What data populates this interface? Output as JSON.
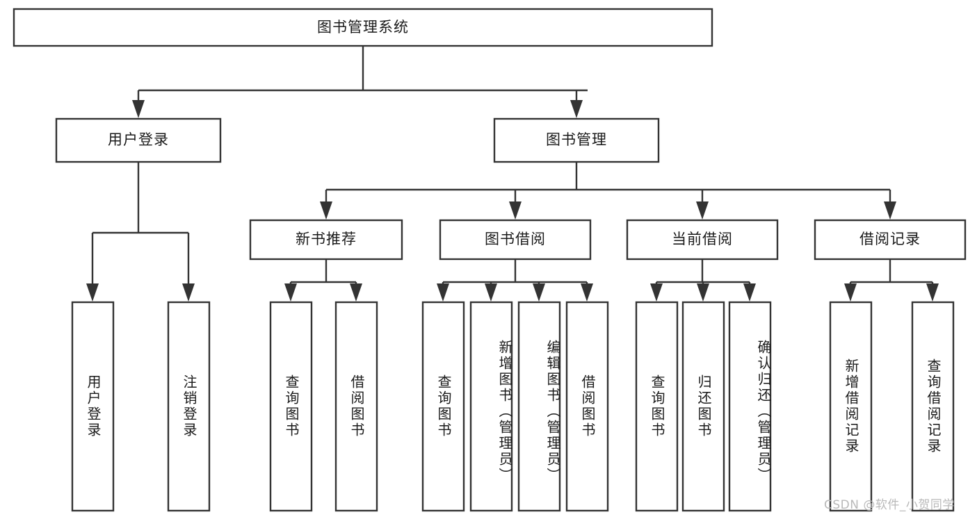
{
  "diagram": {
    "type": "tree-hierarchy-chart",
    "title": "图书管理系统",
    "root": {
      "id": "root",
      "label": "图书管理系统",
      "orientation": "horizontal"
    },
    "level2": [
      {
        "id": "user-login",
        "label": "用户登录",
        "orientation": "horizontal"
      },
      {
        "id": "book-manage",
        "label": "图书管理",
        "orientation": "horizontal"
      }
    ],
    "level3": [
      {
        "id": "new-book-recommend",
        "label": "新书推荐",
        "orientation": "horizontal",
        "parent": "book-manage"
      },
      {
        "id": "book-borrow",
        "label": "图书借阅",
        "orientation": "horizontal",
        "parent": "book-manage"
      },
      {
        "id": "current-borrow",
        "label": "当前借阅",
        "orientation": "horizontal",
        "parent": "book-manage"
      },
      {
        "id": "borrow-record",
        "label": "借阅记录",
        "orientation": "horizontal",
        "parent": "book-manage"
      }
    ],
    "leaves": {
      "user_login": [
        {
          "id": "leaf-user-login",
          "label": "用户登录"
        },
        {
          "id": "leaf-user-logout",
          "label": "注销登录"
        }
      ],
      "new_book_recommend": [
        {
          "id": "leaf-query-book-1",
          "label": "查询图书"
        },
        {
          "id": "leaf-borrow-book-1",
          "label": "借阅图书"
        }
      ],
      "book_borrow": [
        {
          "id": "leaf-query-book-2",
          "label": "查询图书"
        },
        {
          "id": "leaf-add-book",
          "label": "新增图书（管理员）"
        },
        {
          "id": "leaf-edit-book",
          "label": "编辑图书（管理员）"
        },
        {
          "id": "leaf-borrow-book-2",
          "label": "借阅图书"
        }
      ],
      "current_borrow": [
        {
          "id": "leaf-query-book-3",
          "label": "查询图书"
        },
        {
          "id": "leaf-return-book",
          "label": "归还图书"
        },
        {
          "id": "leaf-confirm-return",
          "label": "确认归还（管理员）"
        }
      ],
      "borrow_record": [
        {
          "id": "leaf-add-record",
          "label": "新增借阅记录"
        },
        {
          "id": "leaf-query-record",
          "label": "查询借阅记录"
        }
      ]
    }
  },
  "watermark": {
    "text": "CSDN @软件_小贺同学"
  },
  "colors": {
    "stroke": "#333333",
    "fill": "#ffffff",
    "text": "#1a1a1a",
    "watermark": "#b9b9b9"
  }
}
